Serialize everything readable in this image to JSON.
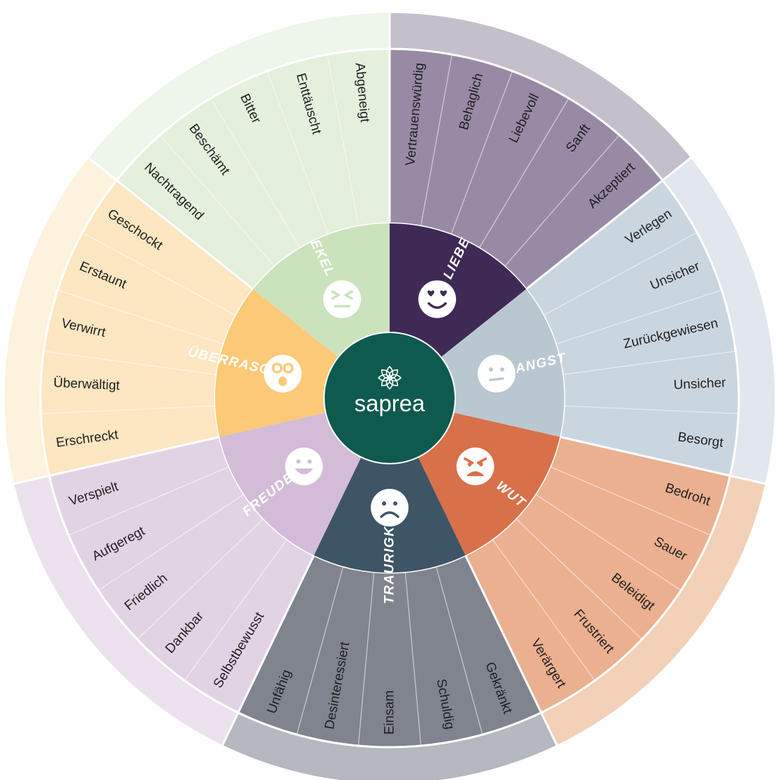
{
  "brand": {
    "name": "saprea",
    "center_color": "#0e5a4e"
  },
  "emotions": [
    {
      "key": "liebe",
      "label": "LIEBE",
      "icon": "heart-eyes-face-icon",
      "colors": {
        "inner": "#3f2955",
        "middle": "#988aa5",
        "outer": "#c5bfcb",
        "text": "#ffffff"
      },
      "items": [
        "Vertrauenswürdig",
        "Behaglich",
        "Liebevoll",
        "Sanft",
        "Akzeptiert"
      ]
    },
    {
      "key": "angst",
      "label": "ANGST",
      "icon": "neutral-face-icon",
      "colors": {
        "inner": "#b9c7d1",
        "middle": "#cad6df",
        "outer": "#e1e7ec",
        "text": "#ffffff"
      },
      "items": [
        "Verlegen",
        "Unsicher",
        "Zurückgewiesen",
        "Unsicher",
        "Besorgt"
      ]
    },
    {
      "key": "wut",
      "label": "WUT",
      "icon": "angry-face-icon",
      "colors": {
        "inner": "#d8704a",
        "middle": "#ebb090",
        "outer": "#f3d0b8",
        "text": "#ffffff"
      },
      "items": [
        "Bedroht",
        "Sauer",
        "Beleidigt",
        "Frustriert",
        "Verärgert"
      ]
    },
    {
      "key": "traurigkeit",
      "label": "TRAURIGKEIT",
      "icon": "sad-face-icon",
      "colors": {
        "inner": "#3e5566",
        "middle": "#80848f",
        "outer": "#b5b8bf",
        "text": "#ffffff"
      },
      "items": [
        "Gekränkt",
        "Schuldig",
        "Einsam",
        "Desinteressiert",
        "Unfähig"
      ]
    },
    {
      "key": "freude",
      "label": "FREUDE",
      "icon": "smiling-face-icon",
      "colors": {
        "inner": "#d4bcd8",
        "middle": "#e2d3e4",
        "outer": "#ebe2ed",
        "text": "#ffffff"
      },
      "items": [
        "Selbstbewusst",
        "Dankbar",
        "Friedlich",
        "Aufgeregt",
        "Verspielt"
      ]
    },
    {
      "key": "ueberrascht",
      "label": "ÜBERRASCHT",
      "icon": "surprised-face-icon",
      "colors": {
        "inner": "#fcc977",
        "middle": "#fde6c2",
        "outer": "#fdf2de",
        "text": "#ffffff"
      },
      "items": [
        "Erschreckt",
        "Überwältigt",
        "Verwirrt",
        "Erstaunt",
        "Geschockt"
      ]
    },
    {
      "key": "ekel",
      "label": "EKEL",
      "icon": "squinting-face-icon",
      "colors": {
        "inner": "#cbe3bc",
        "middle": "#e4f0dc",
        "outer": "#eef5ea",
        "text": "#ffffff"
      },
      "items": [
        "Nachtragend",
        "Beschämt",
        "Bitter",
        "Enttäuscht",
        "Abgeneigt"
      ]
    }
  ]
}
